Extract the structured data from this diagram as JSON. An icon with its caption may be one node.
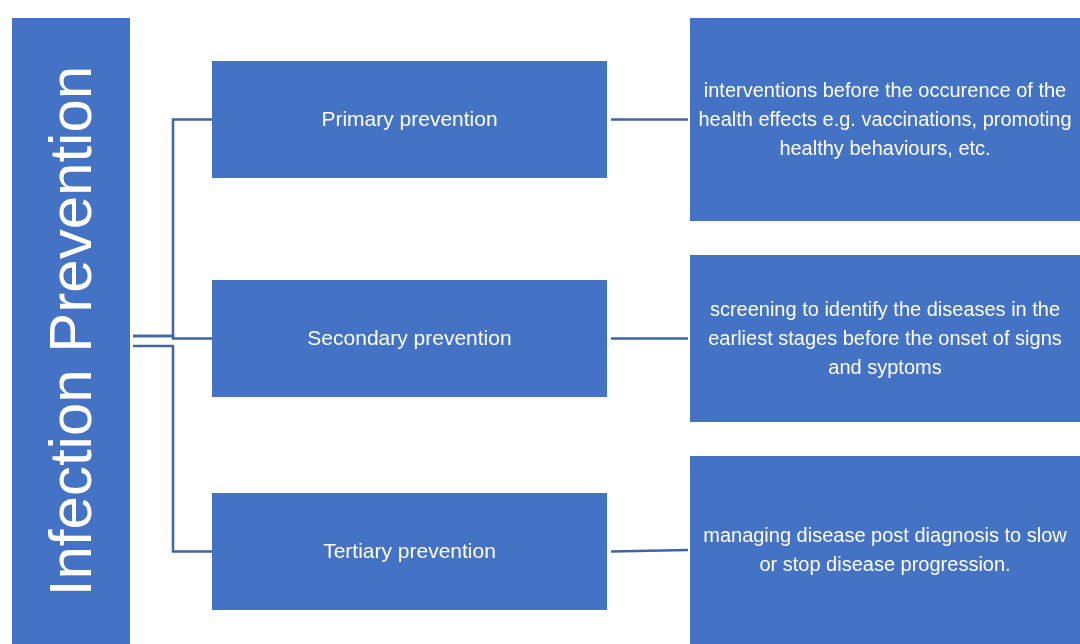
{
  "diagram": {
    "nodes": [
      {
        "text": [
          "Infection Prevention"
        ]
      },
      {
        "text": [
          "Primary  prevention"
        ]
      },
      {
        "text": [
          "Secondary prevention"
        ]
      },
      {
        "text": [
          "Tertiary prevention"
        ]
      },
      {
        "text": [
          "interventions before the occurence of the health effects e.g. vaccinations, promoting healthy behaviours, etc."
        ]
      },
      {
        "text": [
          "screening to identify the diseases in the earliest stages before the onset of signs and syptoms"
        ]
      },
      {
        "text": [
          "managing disease post diagnosis to slow or stop disease progression."
        ]
      }
    ],
    "edges": [
      {
        "from": 0,
        "to": 1,
        "arrow": "none"
      },
      {
        "from": 0,
        "to": 2,
        "arrow": "none"
      },
      {
        "from": 0,
        "to": 3,
        "arrow": "none"
      },
      {
        "from": 1,
        "to": 4,
        "arrow": "none"
      },
      {
        "from": 2,
        "to": 5,
        "arrow": "none"
      },
      {
        "from": 3,
        "to": 6,
        "arrow": "none"
      }
    ]
  }
}
